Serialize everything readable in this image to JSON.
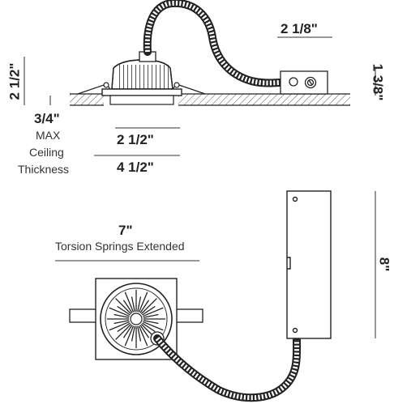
{
  "dimensions": {
    "junction_box_width": "2 1/8\"",
    "housing_height": "2 1/2\"",
    "ceiling_thickness_value": "3/4\"",
    "ceiling_thickness_note_line1": "MAX",
    "ceiling_thickness_note_line2": "Ceiling",
    "ceiling_thickness_note_line3": "Thickness",
    "cutout_diameter": "2 1/2\"",
    "trim_diameter": "4 1/2\"",
    "junction_box_height": "1 3/8\"",
    "spring_span": "7\"",
    "spring_span_note": "Torsion Springs Extended",
    "junction_box_length": "8\""
  }
}
